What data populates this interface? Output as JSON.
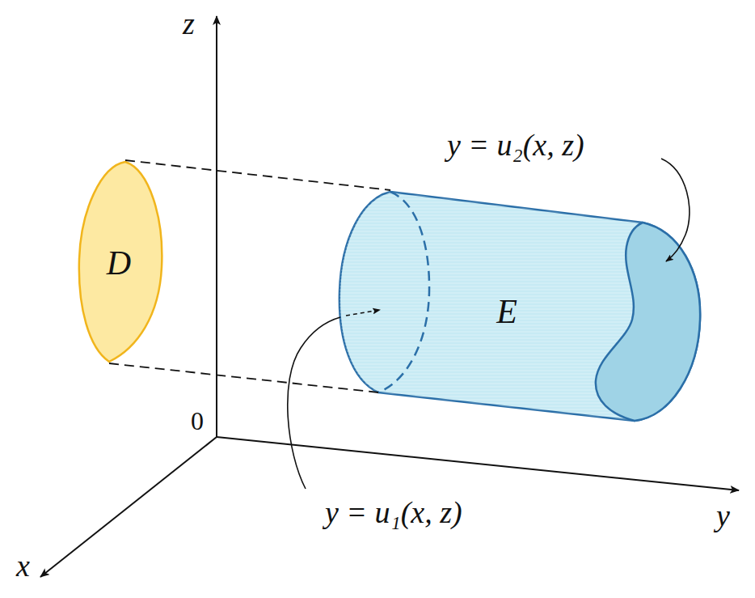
{
  "diagram": {
    "nodes": [
      {
        "text": [
          "D"
        ]
      },
      {
        "text": [
          "E"
        ]
      }
    ],
    "edges": [
      {
        "from": 0,
        "to": 1,
        "arrow": "none"
      },
      {
        "from": 0,
        "to": 1,
        "arrow": "none"
      }
    ],
    "labels": [
      "z",
      "y",
      "x",
      "0",
      "y = u₂(x, z)",
      "y = u₁(x, z)"
    ]
  }
}
